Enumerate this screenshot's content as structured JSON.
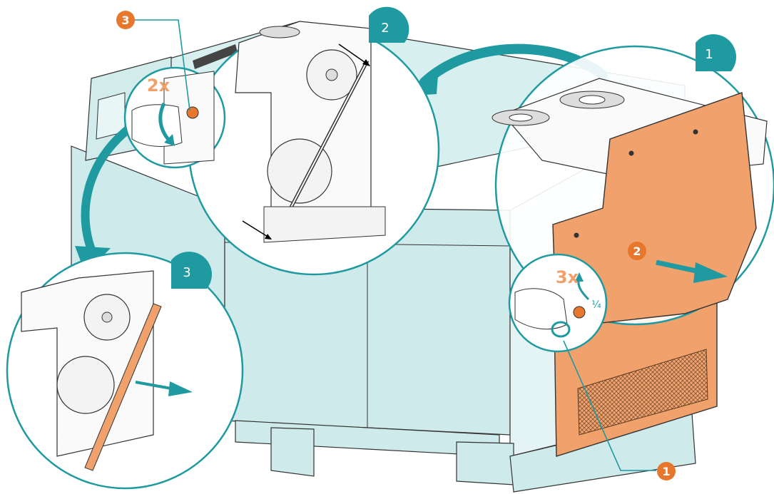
{
  "colors": {
    "cabinet": "#cfeaea",
    "cabinet_line": "#3a3a3a",
    "teal": "#1f9aa0",
    "orange": "#f2a06a",
    "orange_dark": "#e8772e",
    "panel_orange": "#f1a16b",
    "white": "#ffffff"
  },
  "callouts": {
    "view_1": "1",
    "view_2": "2",
    "view_3": "3"
  },
  "markers": {
    "step_1": "1",
    "step_2": "2",
    "step_3": "3"
  },
  "counts": {
    "screws_3x": "3x",
    "screws_2x": "2x"
  },
  "rotation": {
    "quarter_turn": "¼"
  },
  "icons": [
    "arrow-right-icon",
    "curved-arrow-icon",
    "hand-icon",
    "key-icon"
  ]
}
